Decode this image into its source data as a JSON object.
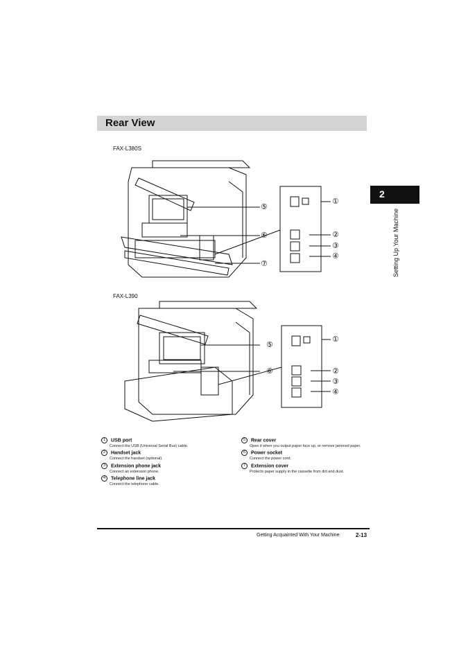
{
  "section": {
    "title": "Rear View"
  },
  "chapter": {
    "number": "2",
    "title": "Setting Up Your Machine"
  },
  "figures": [
    {
      "model": "FAX-L380S",
      "callouts": [
        "⑤",
        "⑥",
        "⑦",
        "①",
        "②",
        "③",
        "④"
      ]
    },
    {
      "model": "FAX-L390",
      "callouts": [
        "⑤",
        "⑥",
        "①",
        "②",
        "③",
        "④"
      ]
    }
  ],
  "legend": [
    {
      "num": "1",
      "label": "USB port",
      "desc": "Connect the USB (Universal Serial Bus) cable."
    },
    {
      "num": "2",
      "label": "Handset jack",
      "desc": "Connect the handset (optional)."
    },
    {
      "num": "3",
      "label": "Extension phone jack",
      "desc": "Connect an extension phone."
    },
    {
      "num": "4",
      "label": "Telephone line jack",
      "desc": "Connect the telephone cable."
    },
    {
      "num": "5",
      "label": "Rear cover",
      "desc": "Open it when you output paper face up, or remove jammed paper."
    },
    {
      "num": "6",
      "label": "Power socket",
      "desc": "Connect the power cord."
    },
    {
      "num": "7",
      "label": "Extension cover",
      "desc": "Protects paper supply in the cassette from dirt and dust."
    }
  ],
  "footer": {
    "text": "Getting Acquainted With Your Machine",
    "page": "2-13"
  }
}
